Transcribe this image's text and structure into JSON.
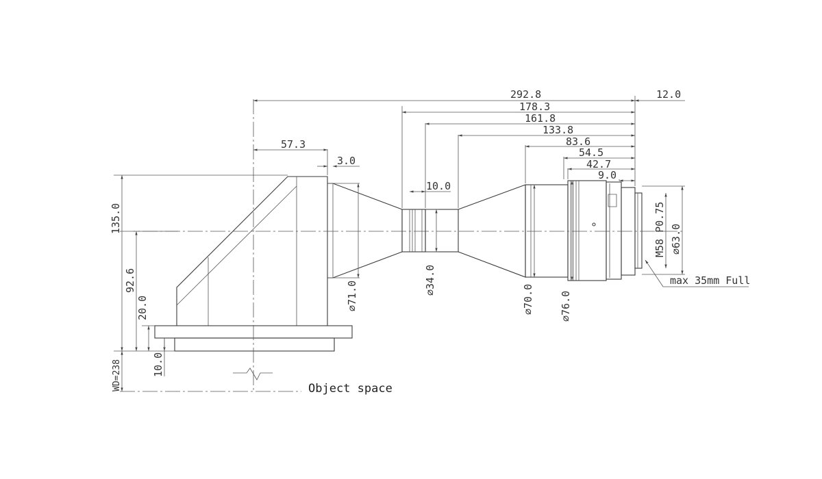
{
  "dimensions": {
    "horizontal": [
      "292.8",
      "178.3",
      "161.8",
      "133.8",
      "83.6",
      "54.5",
      "42.7",
      "9.0",
      "12.0",
      "57.3",
      "3.0",
      "10.0"
    ],
    "vertical": [
      "135.0",
      "92.6",
      "20.0",
      "10.0",
      "WD=238"
    ],
    "diameters": [
      "⌀71.0",
      "⌀34.0",
      "⌀70.0",
      "⌀76.0",
      "⌀63.0"
    ],
    "thread": "M58 P0.75"
  },
  "labels": {
    "object_space": "Object space",
    "sensor_format": "max 35mm Full"
  }
}
